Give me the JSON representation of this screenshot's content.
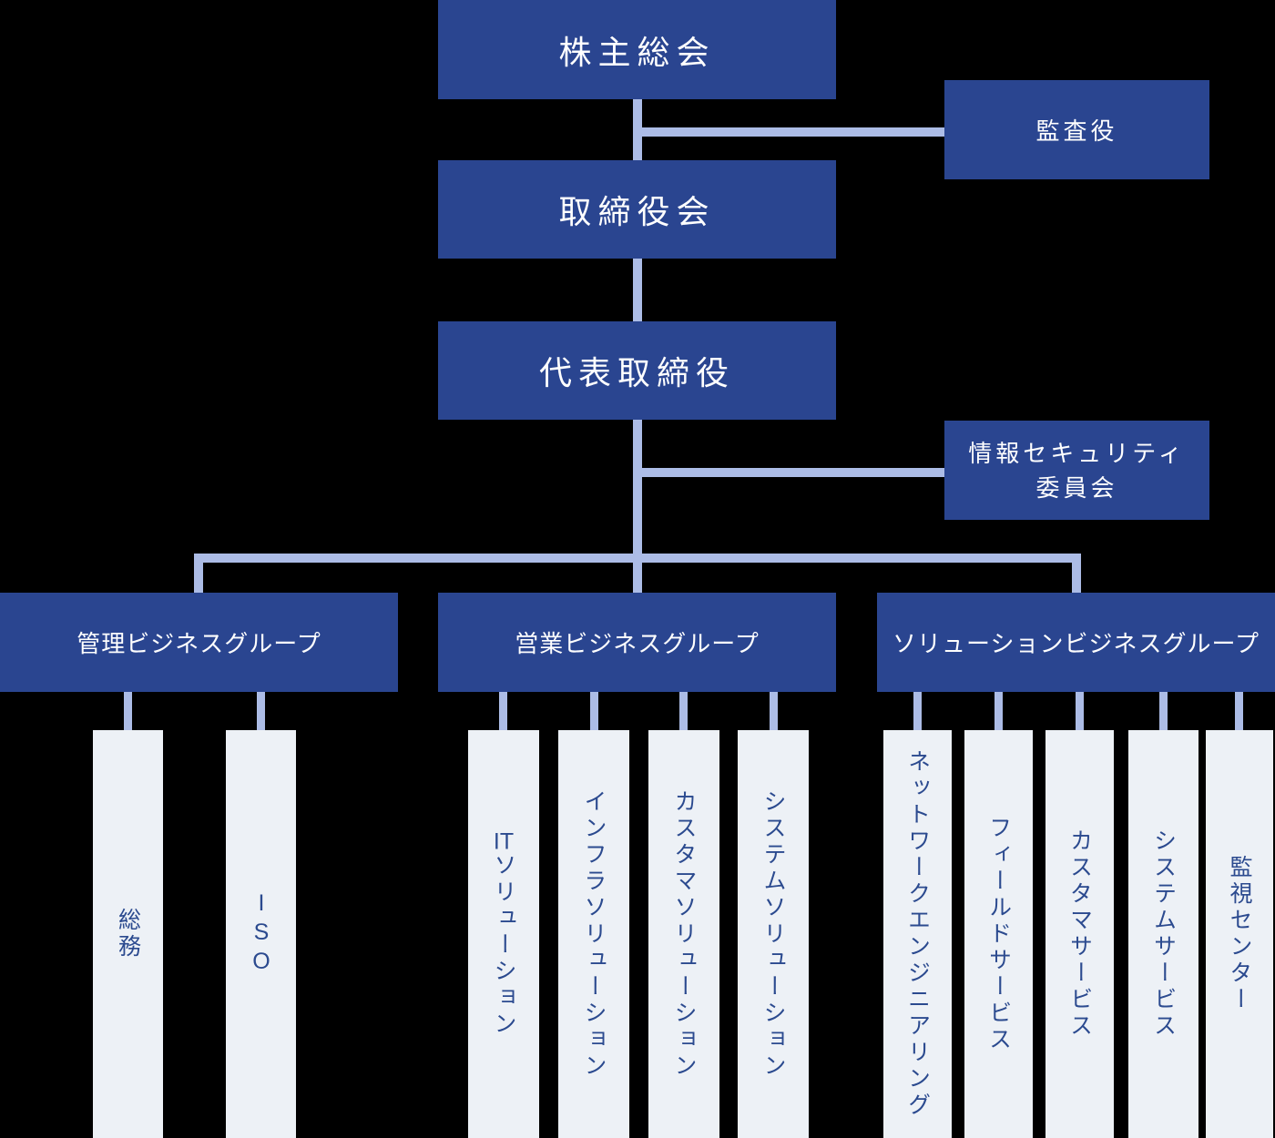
{
  "colors": {
    "background": "#000000",
    "box_fill": "#2a4590",
    "box_text": "#ffffff",
    "connector": "#acbce6",
    "column_fill": "#edf1f6",
    "column_text": "#2b4a8f"
  },
  "nodes": {
    "shareholders_meeting": "株主総会",
    "auditor": "監査役",
    "board_of_directors": "取締役会",
    "representative_director": "代表取締役",
    "security_committee_line1": "情報セキュリティ",
    "security_committee_line2": "委員会",
    "groups": [
      {
        "label": "管理ビジネスグループ",
        "departments": [
          "総務",
          "ISO"
        ]
      },
      {
        "label": "営業ビジネスグループ",
        "departments": [
          "ITソリューション",
          "インフラソリューション",
          "カスタマソリューション",
          "システムソリューション"
        ]
      },
      {
        "label": "ソリューションビジネスグループ",
        "departments": [
          "ネットワークエンジニアリング",
          "フィールドサービス",
          "カスタマサービス",
          "システムサービス",
          "監視センター"
        ]
      }
    ]
  }
}
